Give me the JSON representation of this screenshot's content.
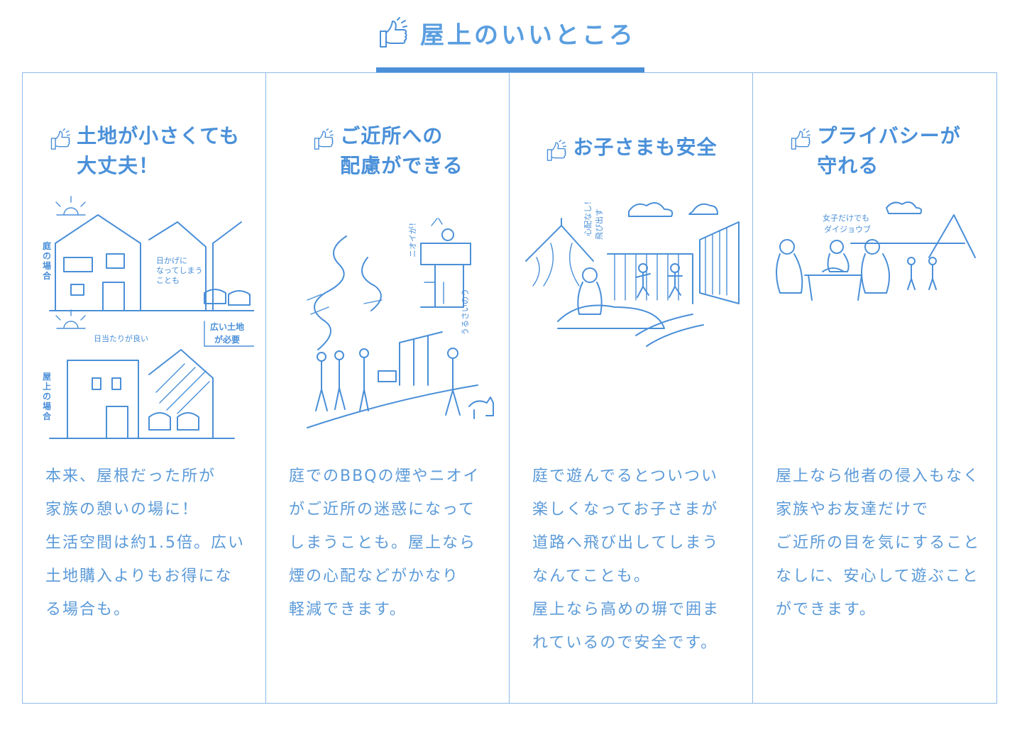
{
  "header": {
    "title": "屋上のいいところ",
    "icon": "thumbs-up-icon"
  },
  "colors": {
    "accent": "#4a8fd8",
    "border": "#8dbbe8"
  },
  "columns": [
    {
      "title_lines": [
        "土地が小さくても",
        "大丈夫！"
      ],
      "labels": {
        "niwa": "庭の場合",
        "okujo": "屋上の場合",
        "hikage": "日かげに",
        "hikage2": "なってしまう",
        "hikage3": "ことも",
        "hiroi": "広い土地",
        "hiroi2": "が必要",
        "hiatari": "日当たりが良い"
      },
      "body": "本来、屋根だった所が\n家族の憩いの場に！\n生活空間は約1.5倍。広い\n土地購入よりもお得にな\nる場合も。"
    },
    {
      "title_lines": [
        "ご近所への",
        "配慮ができる"
      ],
      "labels": {
        "nioi": "ニオイが！",
        "urusai": "うるさいのう"
      },
      "body": "庭でのBBQの煙やニオイ\nがご近所の迷惑になって\nしまうことも。屋上なら\n煙の心配などがかなり\n軽減できます。"
    },
    {
      "title_lines": [
        "お子さまも安全"
      ],
      "labels": {
        "tobidasu": "飛び出す",
        "shinpai": "心配なし！"
      },
      "body": "庭で遊んでるとついつい\n楽しくなってお子さまが\n道路へ飛び出してしまう\nなんてことも。\n屋上なら高めの塀で囲ま\nれているので安全です。"
    },
    {
      "title_lines": [
        "プライバシーが",
        "守れる"
      ],
      "labels": {
        "joshi": "女子だけでも",
        "daijobu": "ダイジョウブ"
      },
      "body": "屋上なら他者の侵入もなく\n家族やお友達だけで\nご近所の目を気にすること\nなしに、安心して遊ぶこと\nができます。"
    }
  ]
}
